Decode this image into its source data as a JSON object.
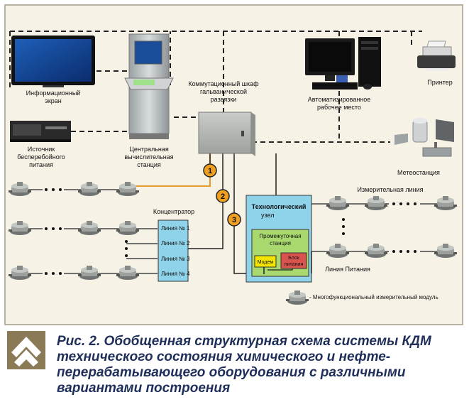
{
  "devices": {
    "info_screen": [
      "Информационный",
      "экран"
    ],
    "ups": [
      "Источник",
      "бесперебойного",
      "питания"
    ],
    "central_station": [
      "Центральная",
      "вычислительная",
      "станция"
    ],
    "switch_cabinet": [
      "Коммутационный шкаф",
      "гальванической",
      "развязки"
    ],
    "workstation": [
      "Автоматизированное",
      "рабочее место"
    ],
    "printer": "Принтер",
    "weather_station": "Метеостанция"
  },
  "concentrator": {
    "title": "Концентратор",
    "lines": [
      "Линия № 1",
      "Линия № 2",
      "Линия № 3",
      "Линия № 4"
    ]
  },
  "tech_node": {
    "title": [
      "Технологический",
      "узел"
    ],
    "intermediate": [
      "Промежуточная",
      "станция"
    ],
    "modem": "Модем",
    "power_block": [
      "Блок",
      "питания"
    ]
  },
  "measurement_line": "Измерительная линия",
  "power_line": "Линия Питания",
  "variants": [
    "1",
    "2",
    "3"
  ],
  "legend": "- Многофункциональный измерительный модуль",
  "caption": "Рис. 2. Обобщенная структурная схема системы КДМ технического состояния химического и нефте-перерабатывающего оборудования с различными вариантами построения",
  "colors": {
    "background": "#f6f2e6",
    "frame": "#b9b3a2",
    "box_blue": "#8fd3ea",
    "intermediate_green": "#a8d86e",
    "modem_yellow": "#f4e400",
    "badge_orange": "#f0a020",
    "line_orange": "#e59a2a",
    "caption_blue": "#1f2f5a"
  }
}
